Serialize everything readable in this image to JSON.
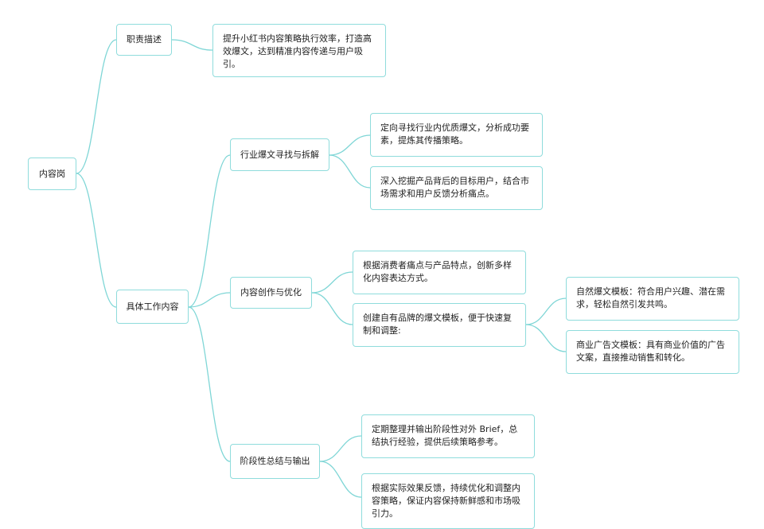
{
  "mindmap": {
    "root": {
      "label": "内容岗"
    },
    "duty": {
      "label": "职责描述",
      "desc": "提升小红书内容策略执行效率，打造高效爆文，达到精准内容传递与用户吸引。"
    },
    "work": {
      "label": "具体工作内容",
      "sections": [
        {
          "label": "行业爆文寻找与拆解",
          "items": [
            "定向寻找行业内优质爆文，分析成功要素，提炼其传播策略。",
            "深入挖掘产品背后的目标用户，结合市场需求和用户反馈分析痛点。"
          ]
        },
        {
          "label": "内容创作与优化",
          "items": [
            "根据消费者痛点与产品特点，创新多样化内容表达方式。",
            "创建自有品牌的爆文模板，便于快速复制和调整:"
          ],
          "templates": [
            "自然爆文模板：符合用户兴趣、潜在需求，轻松自然引发共鸣。",
            "商业广告文模板：具有商业价值的广告文案，直接推动销售和转化。"
          ]
        },
        {
          "label": "阶段性总结与输出",
          "items": [
            "定期整理并输出阶段性对外 Brief，总结执行经验，提供后续策略参考。",
            "根据实际效果反馈，持续优化和调整内容策略，保证内容保持新鲜感和市场吸引力。"
          ]
        }
      ]
    },
    "colors": {
      "connector": "#7fd6d6",
      "node_border": "#8fdcdc"
    }
  }
}
